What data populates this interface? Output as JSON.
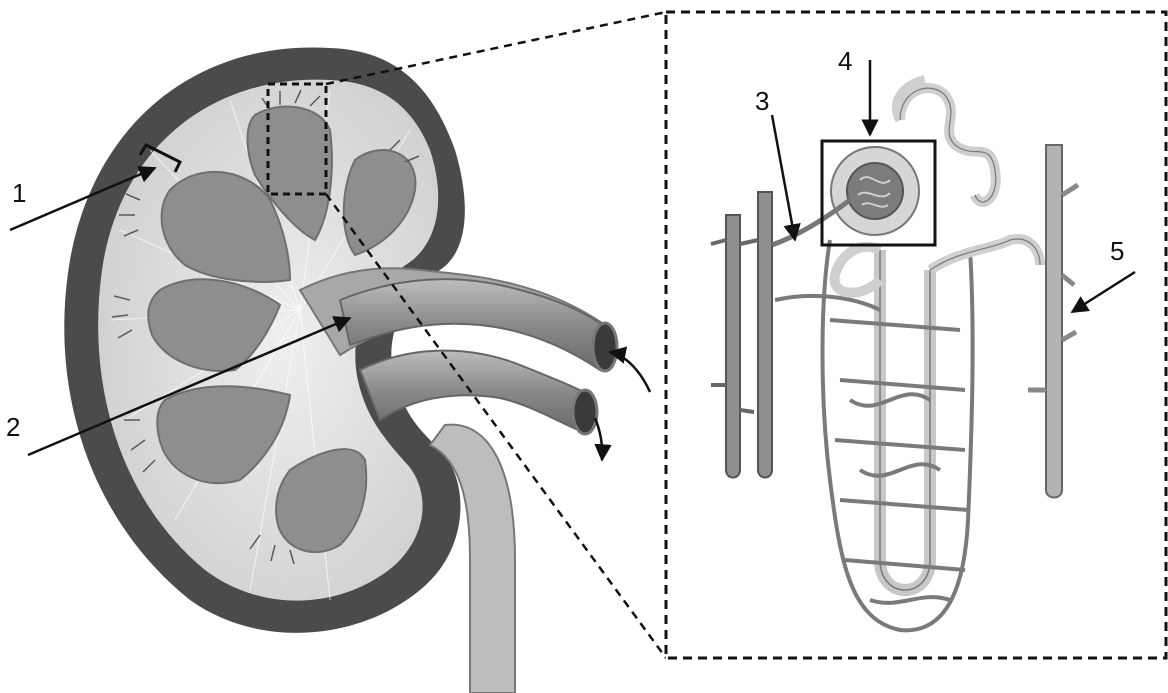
{
  "labels": {
    "l1": "1",
    "l2": "2",
    "l3": "3",
    "l4": "4",
    "l5": "5"
  },
  "colors": {
    "capsule": "#4a4a4a",
    "cortex": "#dcdcdc",
    "pyramid": "#8c8c8c",
    "vessel": "#9a9a9a",
    "tubule": "#c4c4c4",
    "line": "#111111"
  },
  "icons": {
    "arrow": "arrow-icon",
    "zoom_box": "dashed-zoom-box"
  }
}
